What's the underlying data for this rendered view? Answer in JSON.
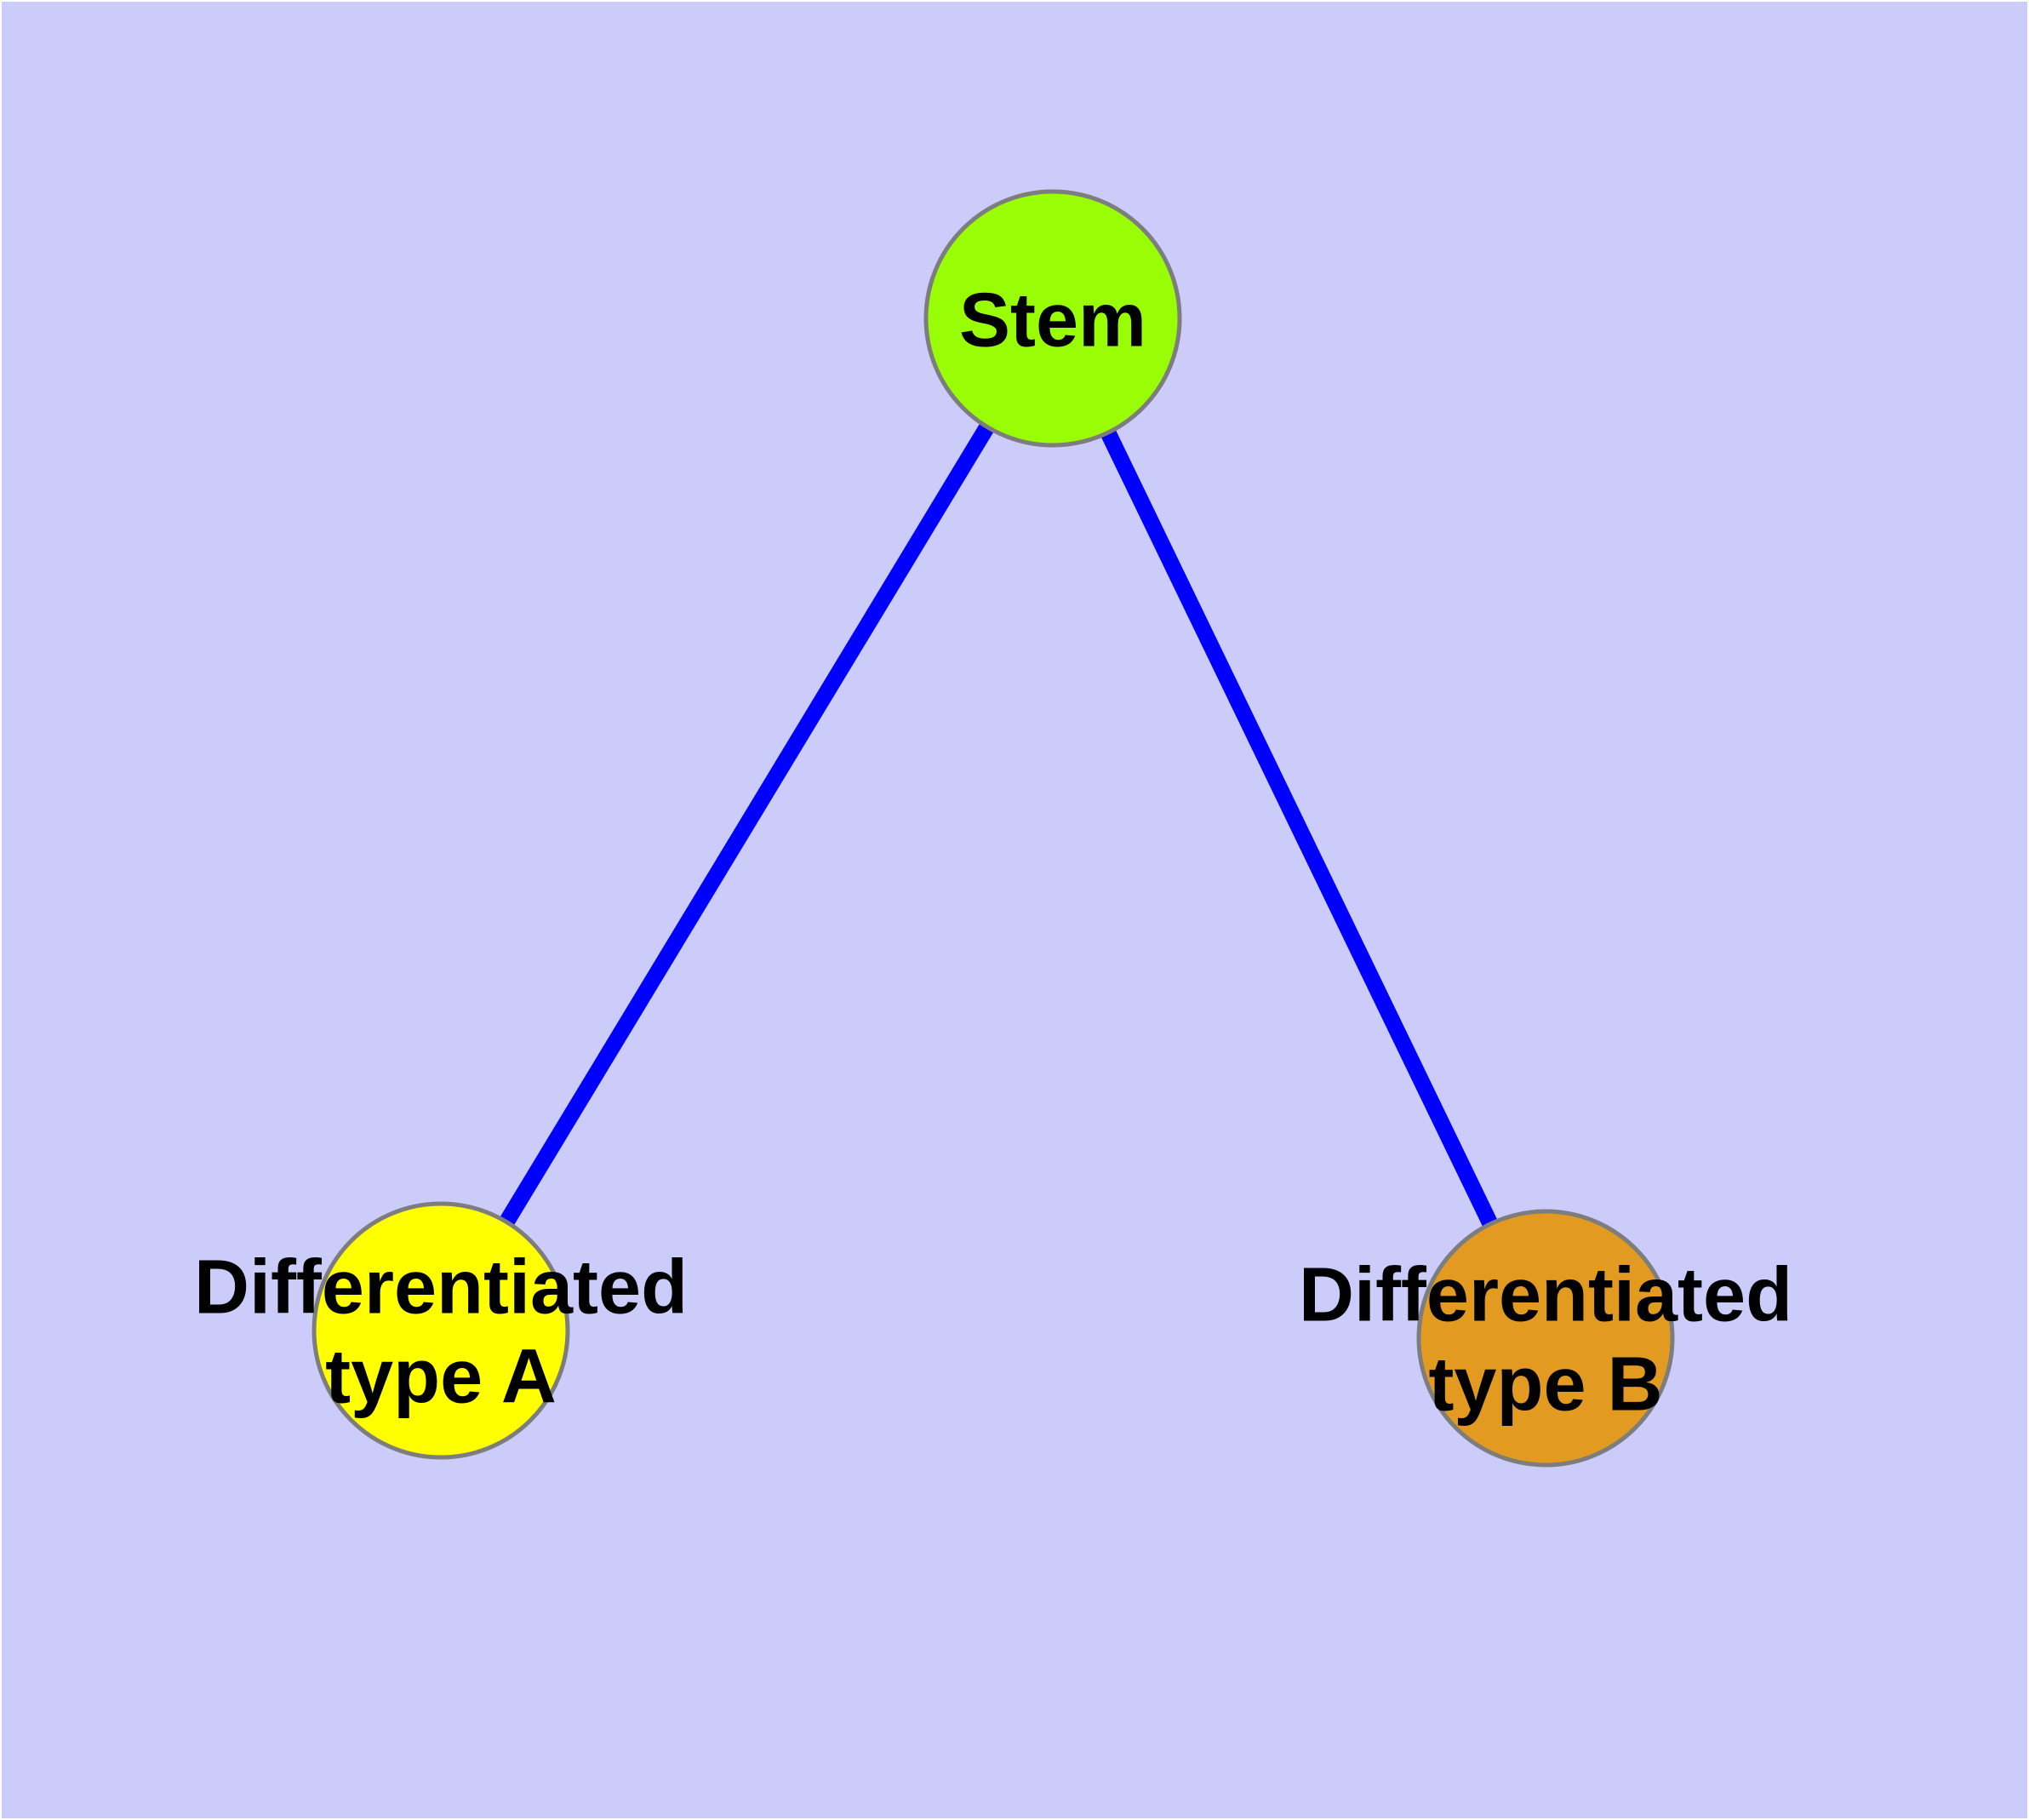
{
  "diagram": {
    "type": "graph",
    "background_color": "#CBCCFA",
    "frame_color": "#FFFFFF",
    "edge_color": "#0000FF",
    "node_border_color": "#7D7D7D",
    "label_color": "#000000",
    "nodes": [
      {
        "id": "stem",
        "label": "Stem",
        "color": "#99FE05"
      },
      {
        "id": "differentiated-type-a",
        "label": "Differentiated\ntype A",
        "color": "#FFFF00"
      },
      {
        "id": "differentiated-type-b",
        "label": "Differentiated\ntype B",
        "color": "#E29A20"
      }
    ],
    "edges": [
      {
        "from": "Stem",
        "to": "Differentiated type A"
      },
      {
        "from": "Stem",
        "to": "Differentiated type B"
      }
    ]
  }
}
